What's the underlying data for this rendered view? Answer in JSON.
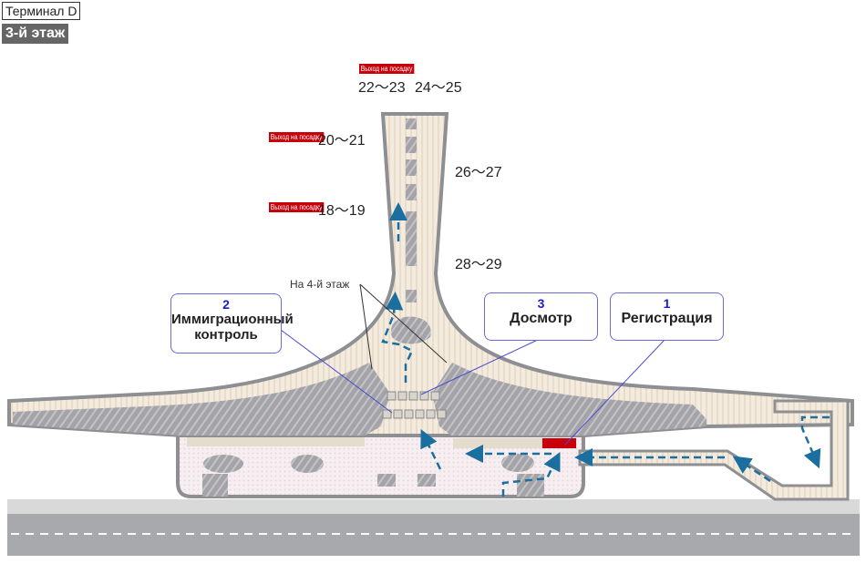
{
  "header": {
    "terminal": "Терминал D",
    "floor": "3-й этаж"
  },
  "exit_label": "Выход на посадку",
  "gates": {
    "g22_23": "22〜23",
    "g24_25": "24〜25",
    "g20_21": "20〜21",
    "g26_27": "26〜27",
    "g18_19": "18〜19",
    "g28_29": "28〜29"
  },
  "floor4_label": "На 4-й этаж",
  "steps": [
    {
      "number": "1",
      "label": "Регистрация"
    },
    {
      "number": "2",
      "label_line1": "Иммиграционный",
      "label_line2": "контроль"
    },
    {
      "number": "3",
      "label": "Досмотр"
    }
  ],
  "colors": {
    "route": "#1a6fa0",
    "checkin": "#c8000a",
    "callout_border": "#6a6ad8"
  }
}
